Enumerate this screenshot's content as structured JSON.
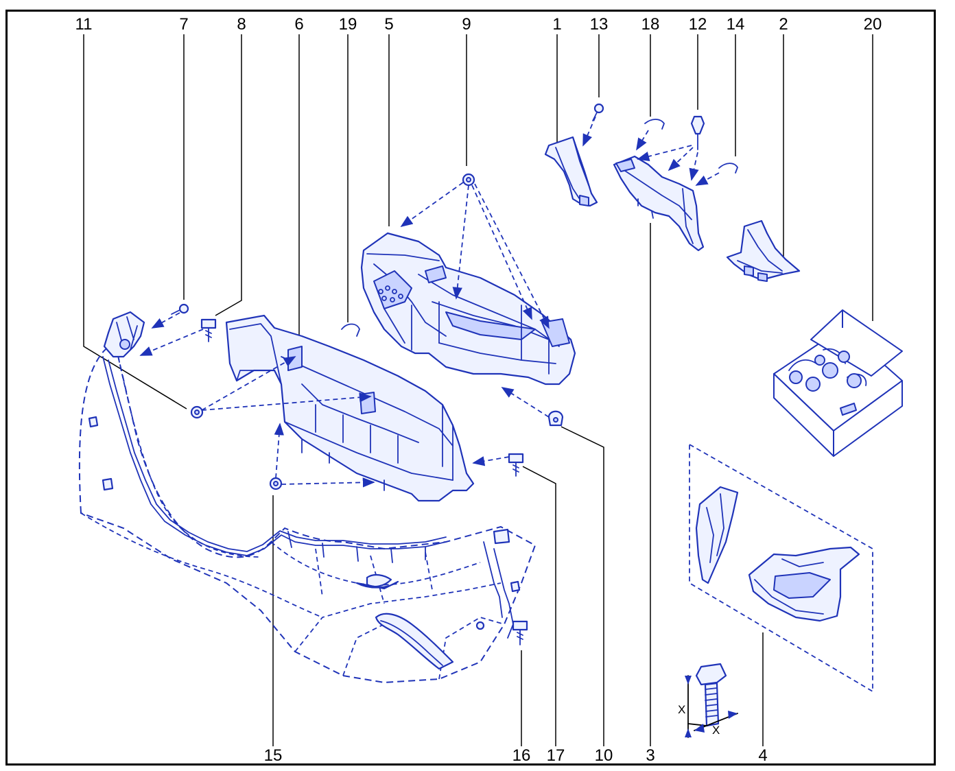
{
  "diagram": {
    "labels": {
      "n1": "1",
      "n2": "2",
      "n3": "3",
      "n4": "4",
      "n5": "5",
      "n6": "6",
      "n7": "7",
      "n8": "8",
      "n9": "9",
      "n10": "10",
      "n11": "11",
      "n12": "12",
      "n13": "13",
      "n14": "14",
      "n15": "15",
      "n16": "16",
      "n17": "17",
      "n18": "18",
      "n19": "19",
      "n20": "20"
    },
    "dimension_mark": "X",
    "colors": {
      "line": "#1f33b8",
      "fill": "#eef2ff",
      "leader": "#000000"
    }
  }
}
